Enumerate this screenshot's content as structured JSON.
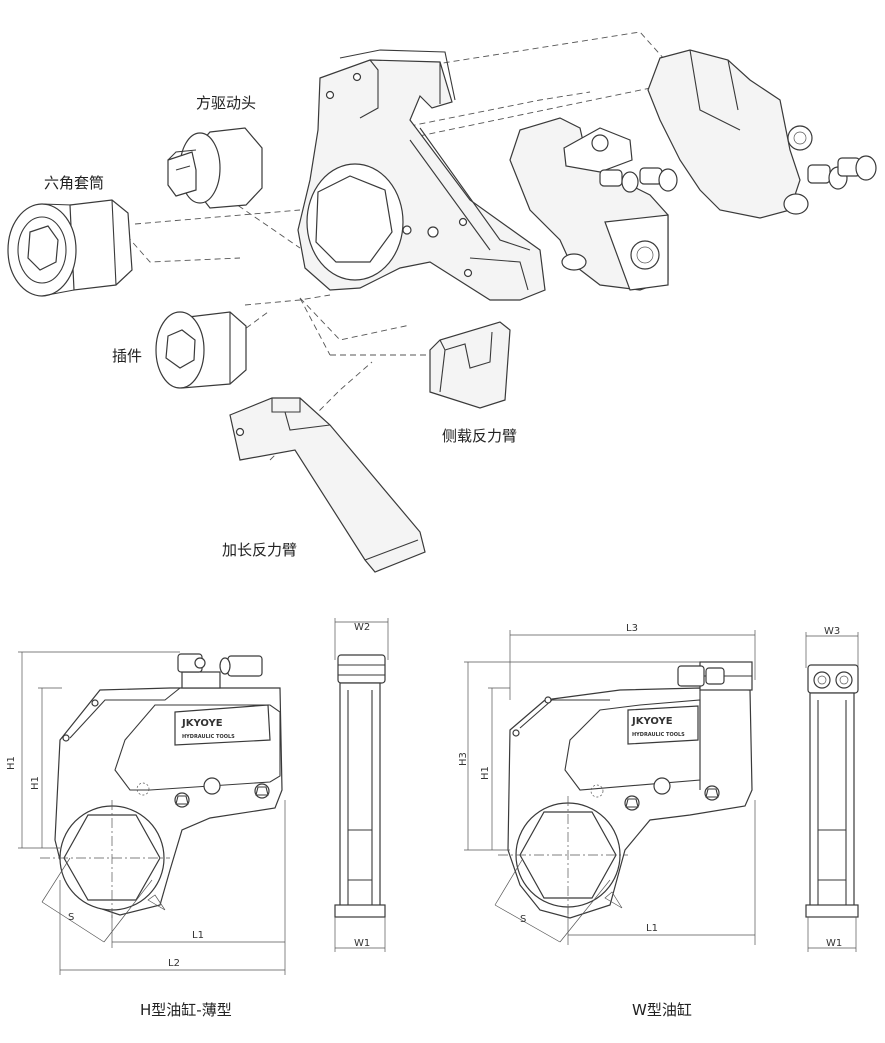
{
  "parts": {
    "hex_socket": "六角套筒",
    "square_drive": "方驱动头",
    "insert": "插件",
    "side_arm": "侧载反力臂",
    "long_arm": "加长反力臂"
  },
  "drawings": {
    "h_type": {
      "caption": "H型油缸-薄型",
      "brand": "JKYOYE",
      "brand_sub": "HYDRAULIC TOOLS",
      "dims": {
        "h1": "H1",
        "s": "S",
        "l1": "L1",
        "l2": "L2",
        "w1": "W1",
        "w2": "W2"
      }
    },
    "w_type": {
      "caption": "W型油缸",
      "brand": "JKYOYE",
      "brand_sub": "HYDRAULIC TOOLS",
      "dims": {
        "h1": "H1",
        "h3": "H3",
        "s": "S",
        "l1": "L1",
        "l3": "L3",
        "w1": "W1",
        "w3": "W3"
      }
    }
  }
}
